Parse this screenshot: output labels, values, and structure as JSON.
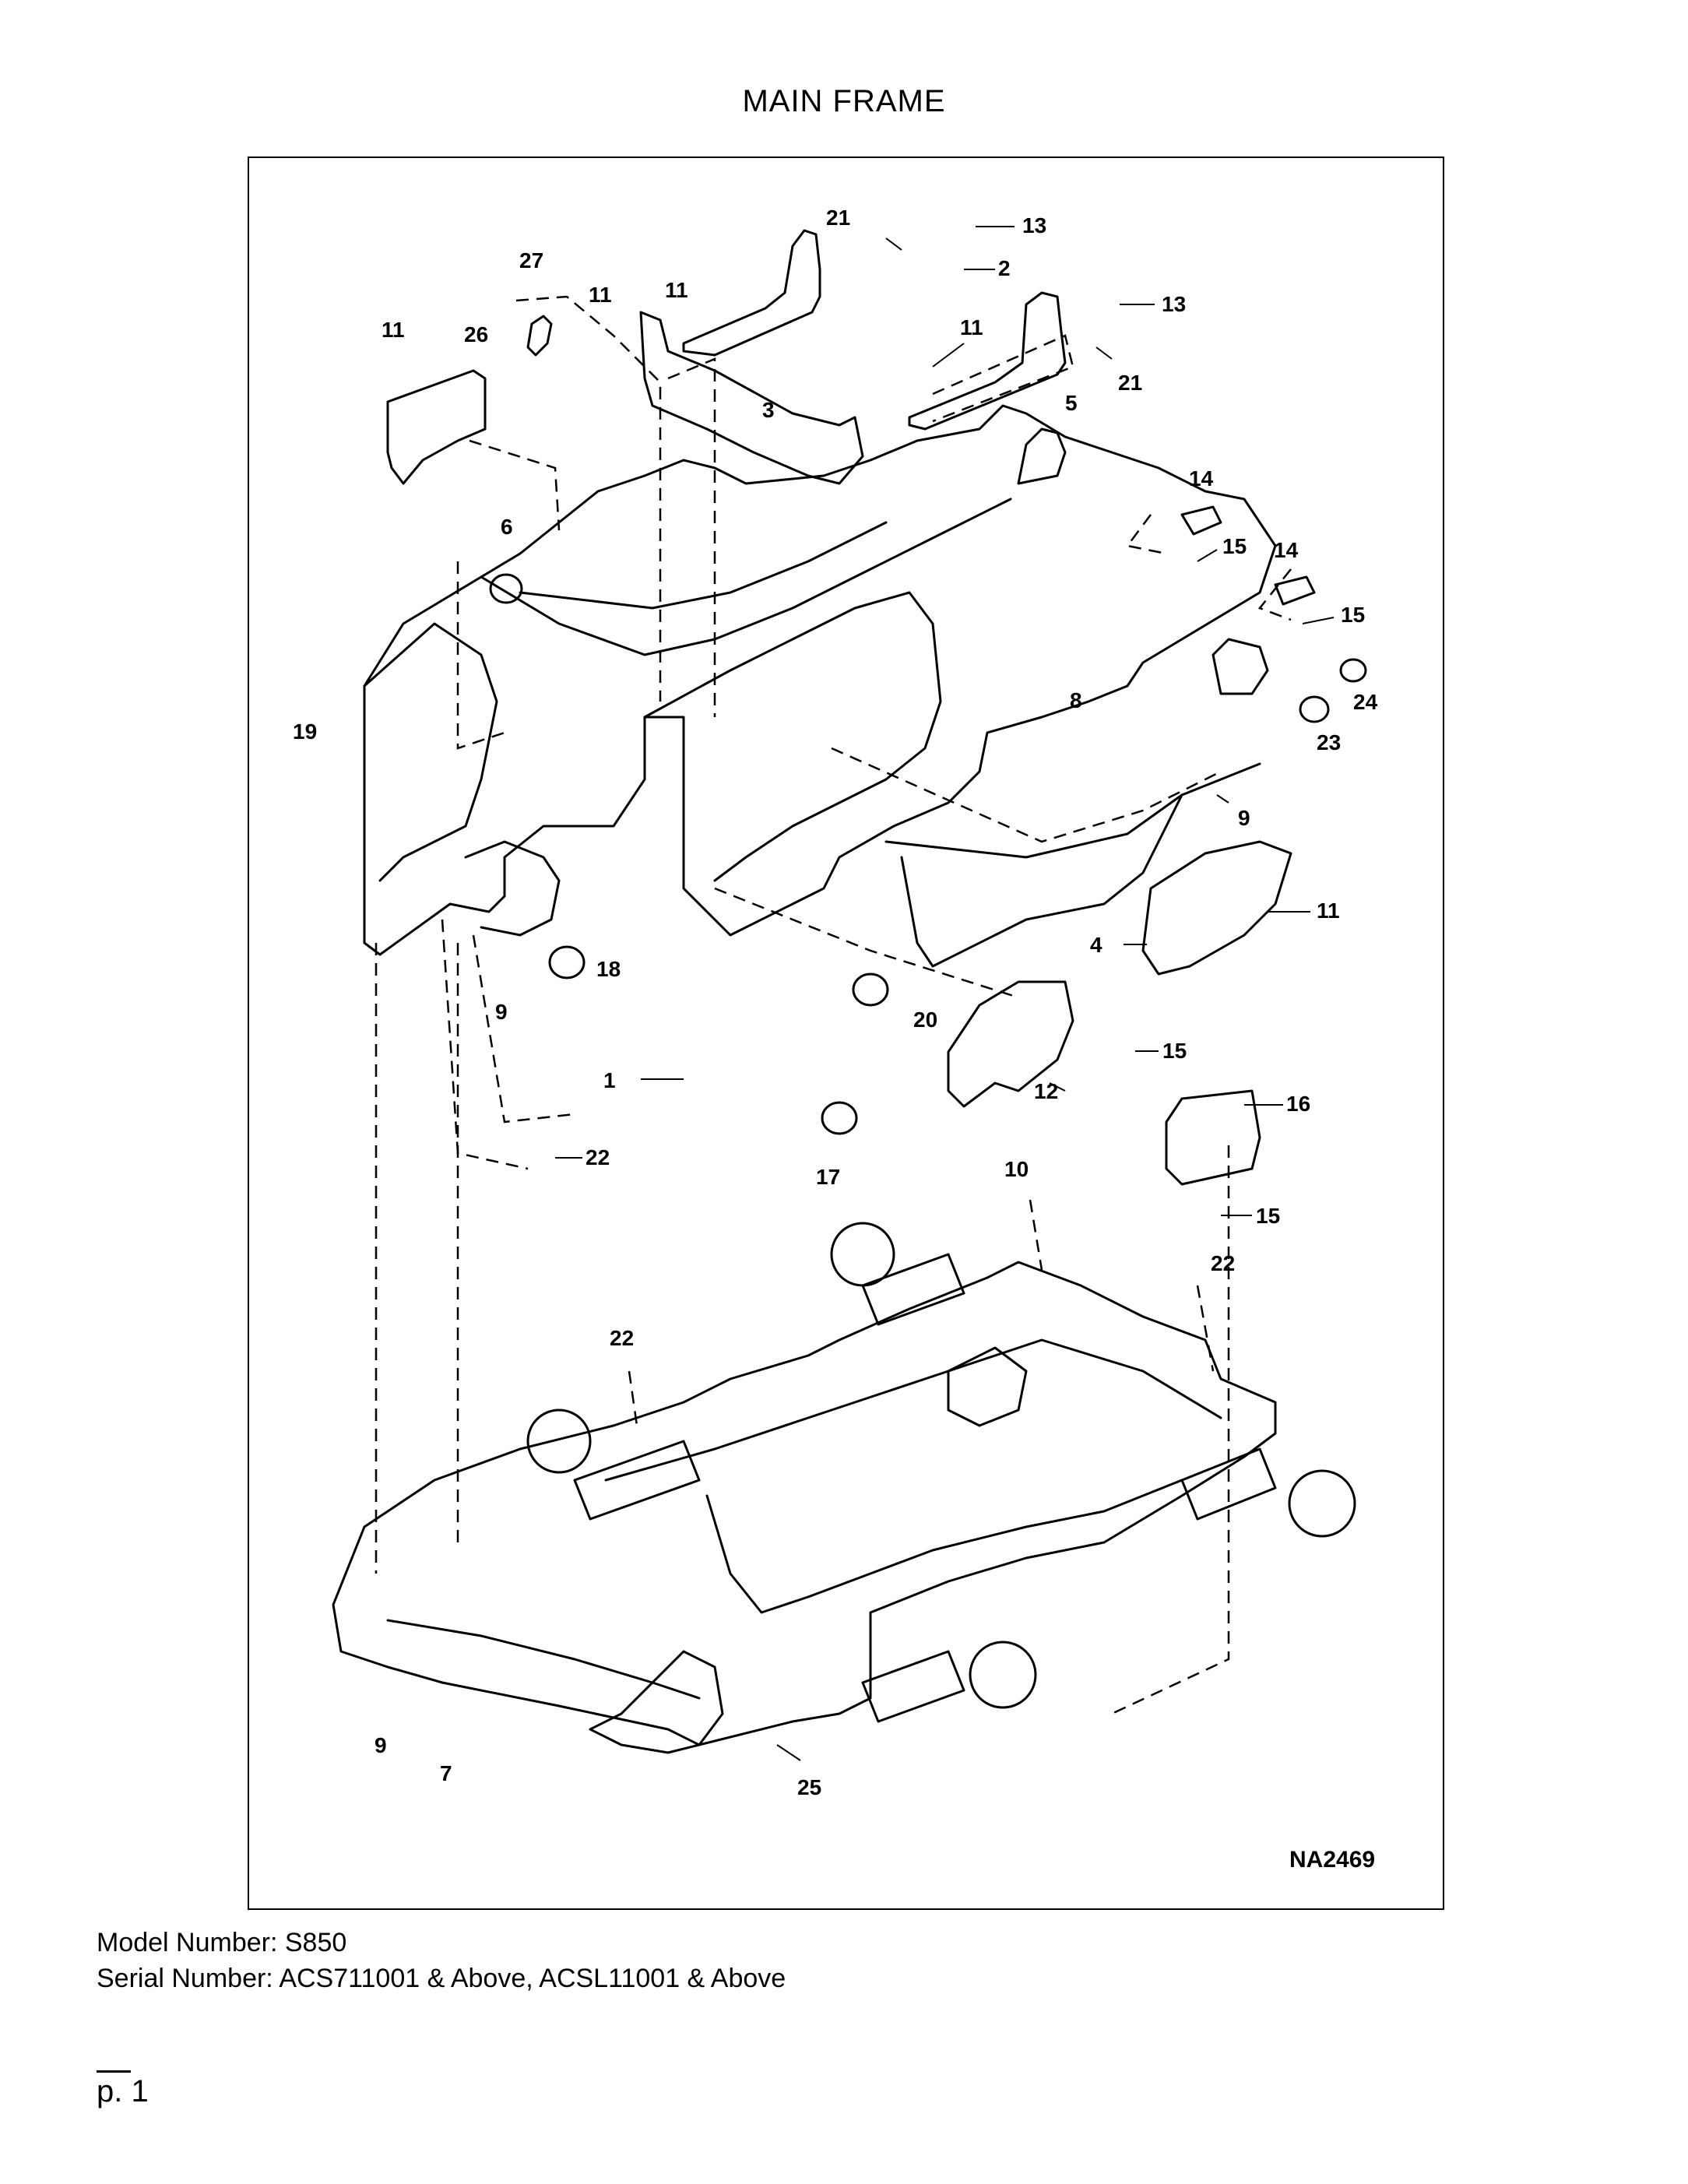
{
  "page": {
    "title": "MAIN FRAME",
    "drawing_id": "NA2469",
    "model_line": "Model Number: S850",
    "serial_line": "Serial Number: ACS711001 & Above, ACSL11001 & Above",
    "page_number": "p. 1"
  },
  "callouts": [
    "1",
    "2",
    "3",
    "4",
    "5",
    "6",
    "7",
    "8",
    "9",
    "10",
    "11",
    "12",
    "13",
    "14",
    "15",
    "16",
    "17",
    "18",
    "19",
    "20",
    "21",
    "22",
    "23",
    "24",
    "25",
    "26",
    "27"
  ],
  "colors": {
    "ink": "#000000",
    "paper": "#ffffff"
  }
}
